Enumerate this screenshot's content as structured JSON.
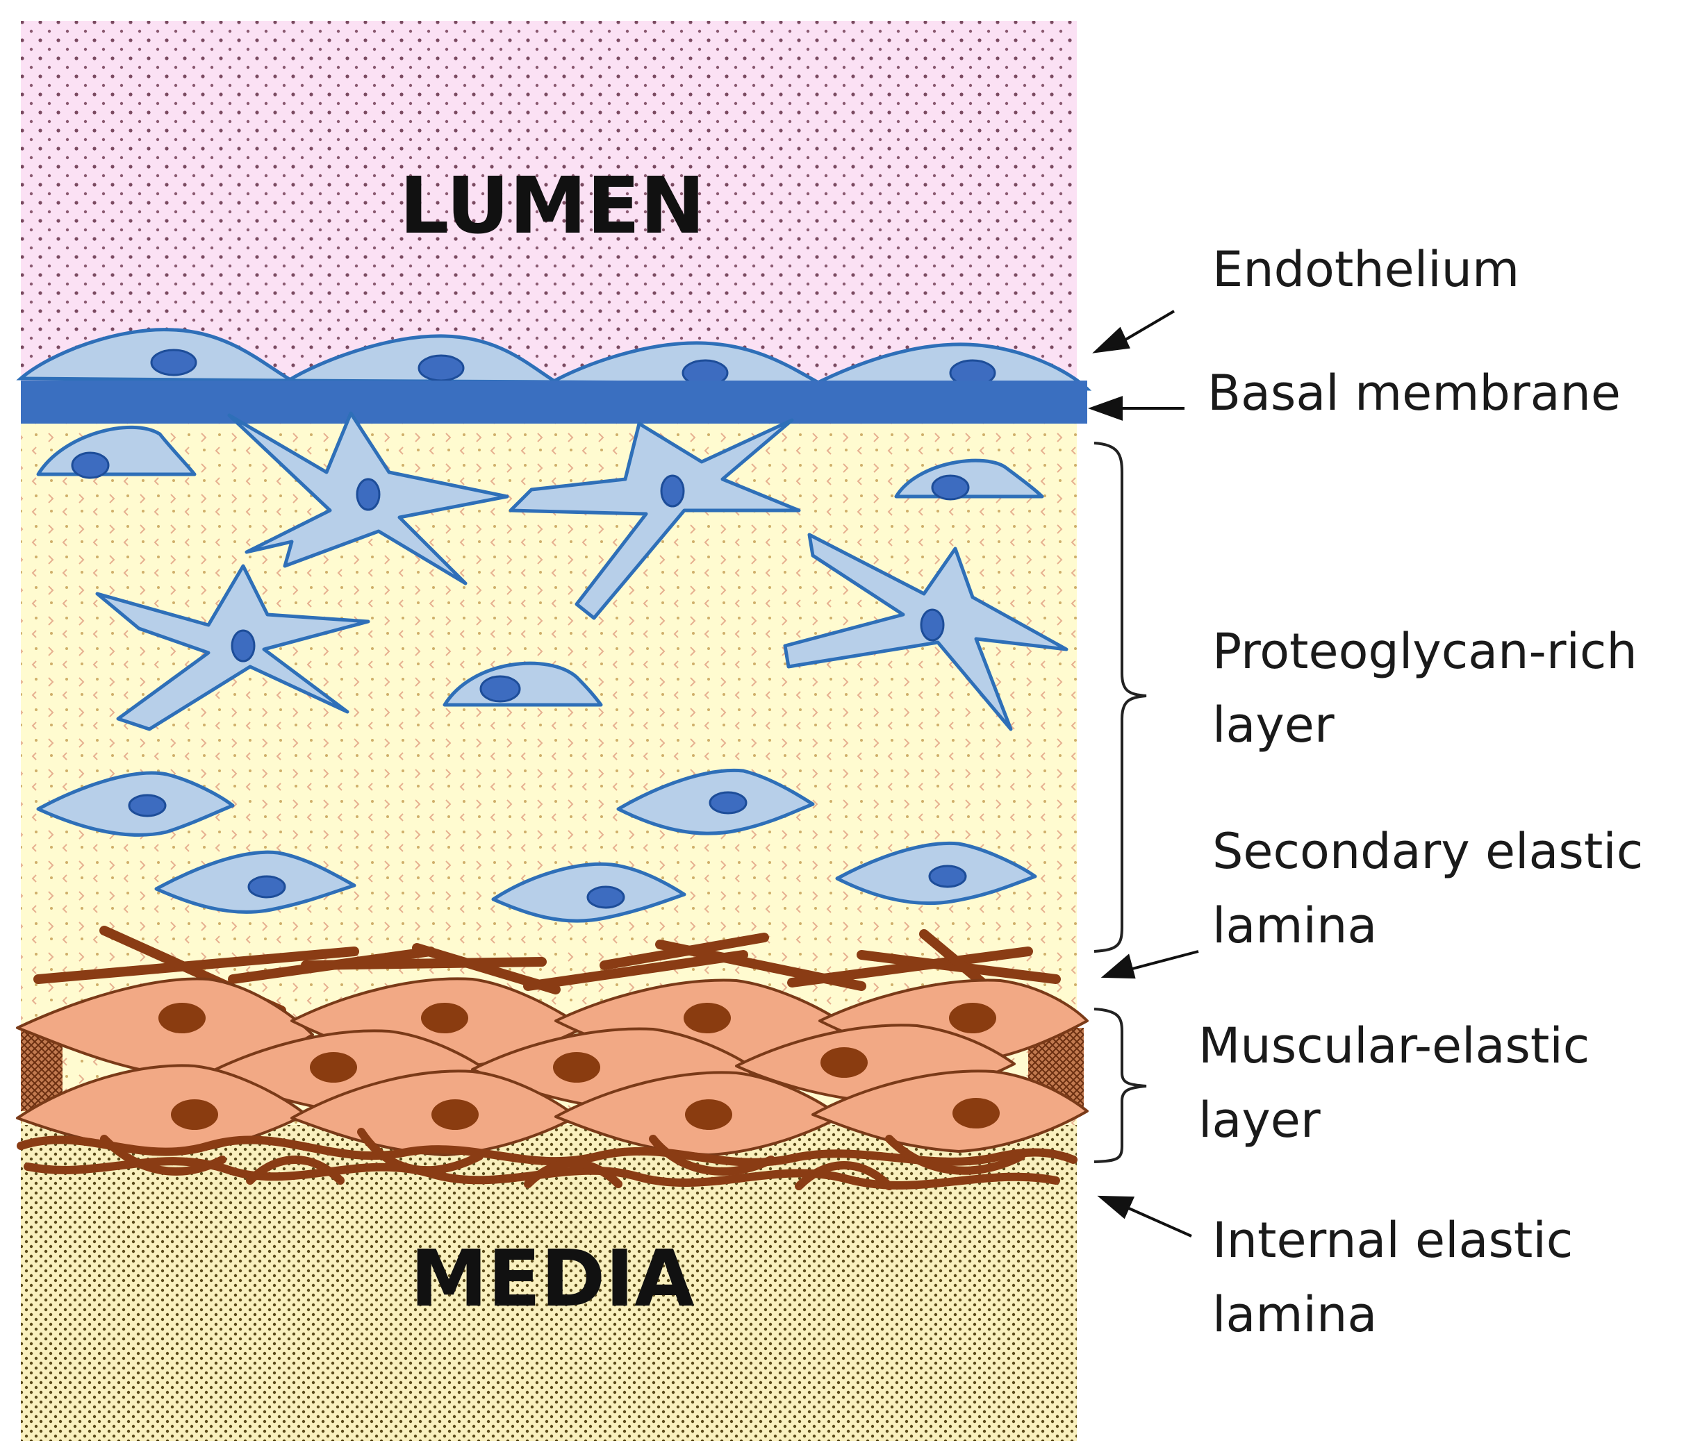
{
  "regions": {
    "lumen": "LUMEN",
    "media": "MEDIA"
  },
  "labels": {
    "endothelium": "Endothelium",
    "basal_membrane": "Basal membrane",
    "proteoglycan_1": "Proteoglycan-rich",
    "proteoglycan_2": "layer",
    "secondary_1": "Secondary elastic",
    "secondary_2": "lamina",
    "muscular_1": "Muscular-elastic",
    "muscular_2": "layer",
    "internal_1": "Internal elastic",
    "internal_2": "lamina"
  },
  "colors": {
    "lumen_fill": "#fbe1f4",
    "intima_fill": "#fffbd0",
    "media_fill": "#f9f0be",
    "cell_fill": "#b7cfe9",
    "cell_stroke": "#2e6fb8",
    "nucleus": "#3d6cc0",
    "basal_membrane": "#3a6fc0",
    "smc_fill": "#f2a985",
    "smc_nucleus": "#8a3c10",
    "fiber": "#8a3c14"
  }
}
